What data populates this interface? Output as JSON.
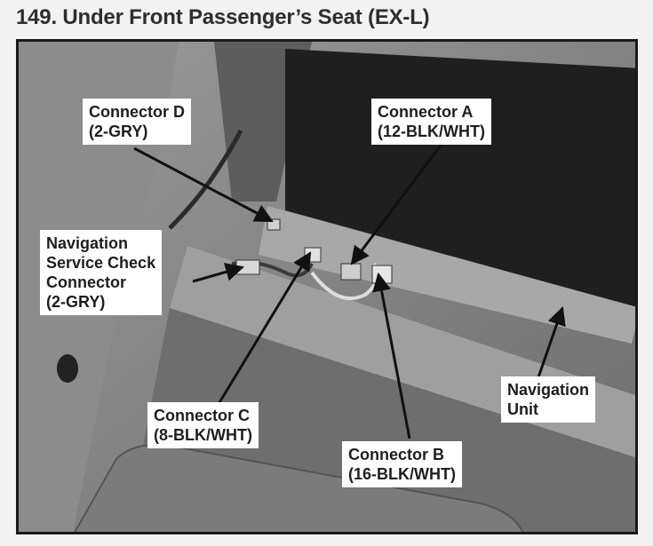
{
  "page": {
    "title": "149. Under Front Passenger’s Seat (EX-L)"
  },
  "labels": {
    "connector_d": {
      "line1": "Connector D",
      "line2": "(2-GRY)"
    },
    "connector_a": {
      "line1": "Connector A",
      "line2": "(12-BLK/WHT)"
    },
    "service_check": {
      "line1": "Navigation",
      "line2": "Service Check",
      "line3": "Connector",
      "line4": "(2-GRY)"
    },
    "navigation_unit": {
      "line1": "Navigation",
      "line2": "Unit"
    },
    "connector_c": {
      "line1": "Connector C",
      "line2": "(8-BLK/WHT)"
    },
    "connector_b": {
      "line1": "Connector B",
      "line2": "(16-BLK/WHT)"
    }
  },
  "colors": {
    "photo_base": "#7d7d7d",
    "unit_dark": "#1f1f1f",
    "label_bg": "#ffffff",
    "arrow": "#111111"
  }
}
